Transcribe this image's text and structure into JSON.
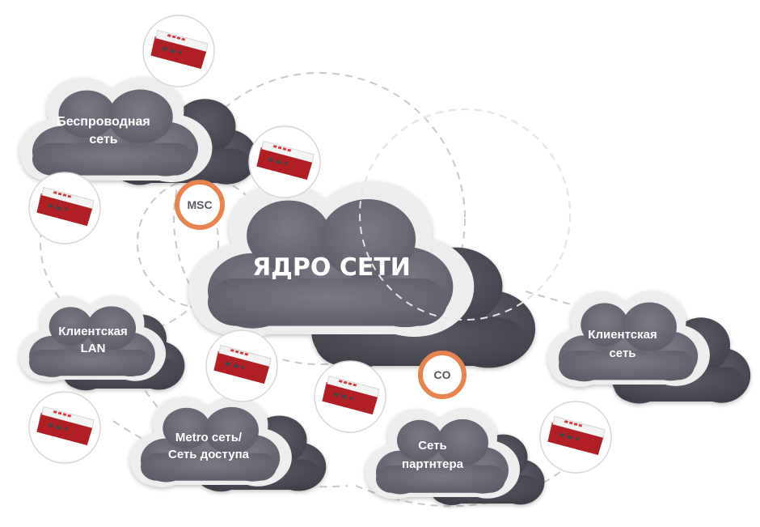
{
  "diagram": {
    "core": {
      "label": "ЯДРО СЕТИ"
    },
    "clouds": [
      {
        "id": "wireless",
        "lines": [
          "Беспроводная",
          "сеть"
        ]
      },
      {
        "id": "client-lan-left",
        "lines": [
          "Клиентская",
          "LAN"
        ]
      },
      {
        "id": "metro",
        "lines": [
          "Metro сеть/",
          "Сеть доступа"
        ]
      },
      {
        "id": "partner",
        "lines": [
          "Сеть",
          "партнтера"
        ]
      },
      {
        "id": "client-right",
        "lines": [
          "Клиентская",
          "сеть"
        ]
      }
    ],
    "badges": [
      {
        "id": "msc",
        "label": "MSC"
      },
      {
        "id": "co",
        "label": "CO"
      }
    ],
    "colors": {
      "cloud_fill": "#6e6c78",
      "cloud_dark": "#4a4954",
      "badge_ring": "#e6834e",
      "device_red": "#c8282d"
    }
  }
}
